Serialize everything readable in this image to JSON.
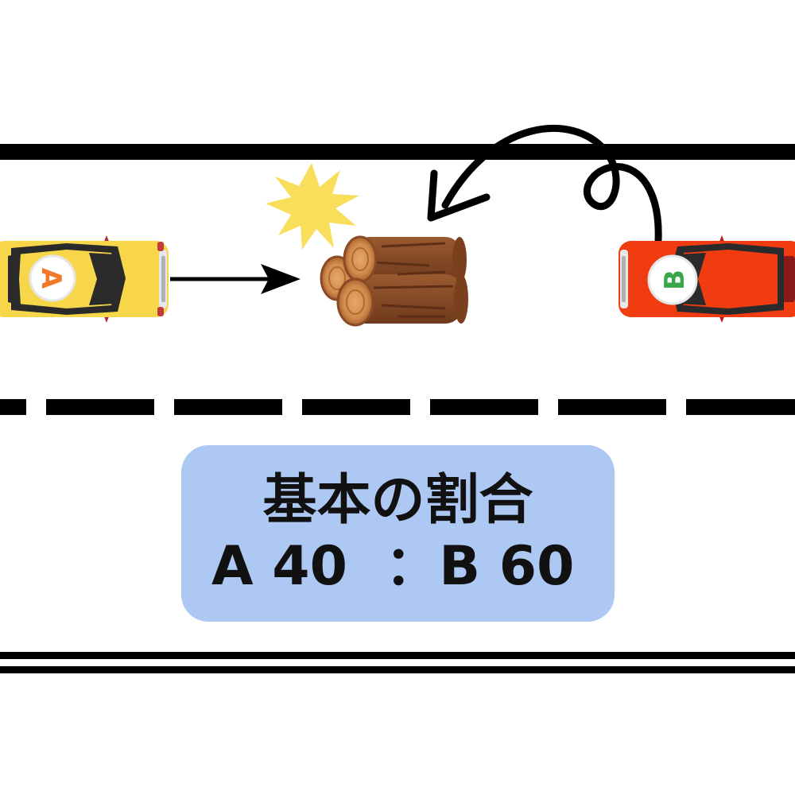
{
  "cars": {
    "a": {
      "label": "A",
      "body_color": "#f7d64a",
      "label_color": "#f07a2a"
    },
    "b": {
      "label": "B",
      "body_color": "#f03c10",
      "label_color": "#3aa64a"
    }
  },
  "obstacle": {
    "icon": "log-pile-icon",
    "color": "#8a4a25"
  },
  "impact": {
    "icon": "impact-burst-icon",
    "color": "#f8de5a"
  },
  "ratio": {
    "title": "基本の割合",
    "values": "A 40  ：B 60"
  },
  "colors": {
    "road_line": "#000000",
    "ratio_box": "#adc8f3"
  }
}
